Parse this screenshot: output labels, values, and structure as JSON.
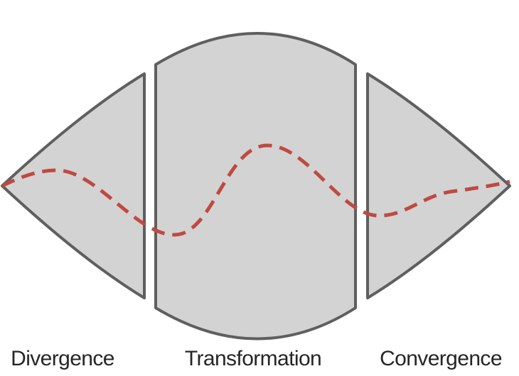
{
  "diagram": {
    "type": "process-stages-lens",
    "background_color": "#ffffff",
    "shape_fill_color": "#d3d3d3",
    "shape_outline_color": "#5f5f5f",
    "flow_line_color": "#bf4a41",
    "flow_line_style": "dashed",
    "label_color": "#262626",
    "stages": [
      {
        "label": "Divergence"
      },
      {
        "label": "Transformation"
      },
      {
        "label": "Convergence"
      }
    ]
  }
}
